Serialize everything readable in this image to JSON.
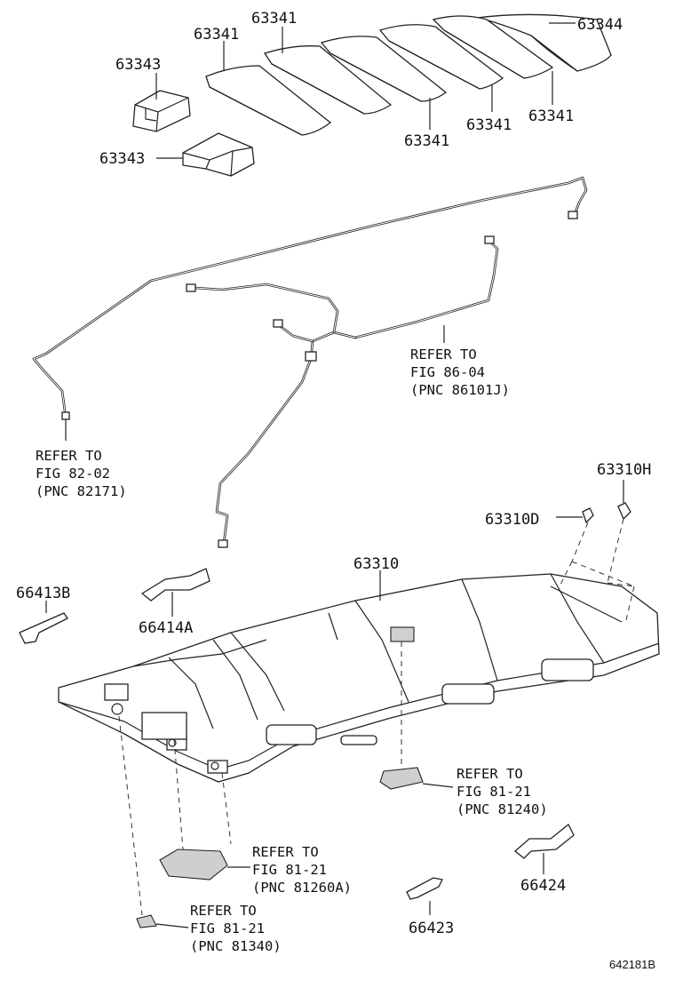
{
  "parts": {
    "p63344": "63344",
    "p63341_a": "63341",
    "p63341_b": "63341",
    "p63341_c": "63341",
    "p63341_d": "63341",
    "p63341_e": "63341",
    "p63343_a": "63343",
    "p63343_b": "63343",
    "p63310": "63310",
    "p63310D": "63310D",
    "p63310H": "63310H",
    "p66413B": "66413B",
    "p66414A": "66414A",
    "p66424": "66424",
    "p66423": "66423"
  },
  "refs": {
    "wire_left": [
      "REFER TO",
      "FIG 82-02",
      "(PNC 82171)"
    ],
    "wire_right": [
      "REFER TO",
      "FIG 86-04",
      "(PNC 86101J)"
    ],
    "lamp_center": [
      "REFER TO",
      "FIG 81-21",
      "(PNC 81240)"
    ],
    "lamp_front": [
      "REFER TO",
      "FIG 81-21",
      "(PNC 81260A)"
    ],
    "lamp_small": [
      "REFER TO",
      "FIG 81-21",
      "(PNC 81340)"
    ]
  },
  "figure_id": "642181B"
}
